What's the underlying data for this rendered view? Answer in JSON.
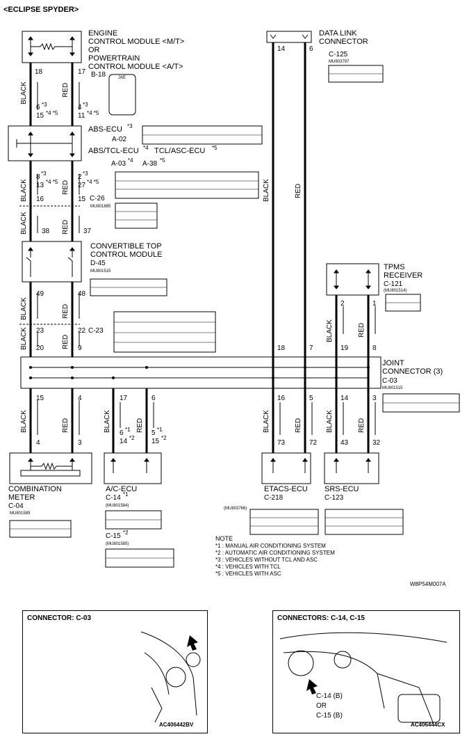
{
  "header": {
    "title": "<ECLIPSE SPYDER>"
  },
  "components": {
    "ecm": {
      "line1": "ENGINE",
      "line2": "CONTROL MODULE <M/T>",
      "line3": "OR",
      "line4": "POWERTRAIN",
      "line5": "CONTROL MODULE <A/T>",
      "connector": "B-18",
      "jae": "JAE"
    },
    "abs": {
      "line1": "ABS-ECU",
      "sup1": "*3",
      "conn1": "A-02",
      "line2": "ABS/TCL-ECU",
      "sup2": "*4",
      "line2b": "TCL/ASC-ECU",
      "sup3": "*5",
      "conn2a": "A-03",
      "sup4": "*4",
      "conn2b": "A-38",
      "sup5": "*5"
    },
    "c26": {
      "label": "C-26",
      "part": "MU801885"
    },
    "ctcm": {
      "line1": "CONVERTIBLE TOP",
      "line2": "CONTROL MODULE",
      "connector": "D-45",
      "part": "MU801515"
    },
    "c23": {
      "label": "C-23"
    },
    "dlc": {
      "line1": "DATA LINK",
      "line2": "CONNECTOR",
      "connector": "C-125",
      "part": "MU803797"
    },
    "tpms": {
      "line1": "TPMS",
      "line2": "RECEIVER",
      "connector": "C-121",
      "part": "(MU801514)"
    },
    "jc": {
      "line1": "JOINT",
      "line2": "CONNECTOR (3)",
      "connector": "C-03",
      "part": "MU801515"
    },
    "meter": {
      "line1": "COMBINATION",
      "line2": "METER",
      "connector": "C-04",
      "part": "MU801589"
    },
    "ac": {
      "name": "A/C-ECU",
      "conn1": "C-14",
      "sup1": "*1",
      "part1": "(MU801584)",
      "conn2": "C-15",
      "sup2": "*2",
      "part2": "(MU801585)"
    },
    "etacs": {
      "name": "ETACS-ECU",
      "connector": "C-218",
      "part": "(MU803766)"
    },
    "srs": {
      "name": "SRS-ECU",
      "connector": "C-123"
    }
  },
  "wires": {
    "black": "BLACK",
    "red": "RED",
    "pins": {
      "ecm_l": "18",
      "ecm_r": "17",
      "abs_l1": "6",
      "abs_l1s": "*3",
      "abs_l2": "15",
      "abs_l2s": "*4 *5",
      "abs_r1": "4",
      "abs_r1s": "*3",
      "abs_r2": "11",
      "abs_r2s": "*4 *5",
      "abs_bl1": "8",
      "abs_bl1s": "*3",
      "abs_bl2": "13",
      "abs_bl2s": "*4 *5",
      "abs_br1": "2",
      "abs_br1s": "*3",
      "abs_br2": "27",
      "abs_br2s": "*4 *5",
      "c26_l": "16",
      "c26_r": "15",
      "c26_bl": "38",
      "c26_br": "37",
      "ctcm_l": "49",
      "ctcm_r": "48",
      "c23_l": "23",
      "c23_r": "22",
      "c23_bl": "20",
      "c23_br": "9",
      "dlc_l": "14",
      "dlc_r": "6",
      "tpms_l": "2",
      "tpms_r": "1",
      "jc_top_18": "18",
      "jc_top_7": "7",
      "jc_top_19": "19",
      "jc_top_8": "8",
      "jc_b1": "15",
      "jc_b2": "4",
      "jc_b3": "17",
      "jc_b4": "6",
      "jc_b5": "16",
      "jc_b6": "5",
      "jc_b7": "14",
      "jc_b8": "3",
      "meter_l": "4",
      "meter_r": "3",
      "ac_l1": "6",
      "ac_l1s": "*1",
      "ac_l2": "14",
      "ac_l2s": "*2",
      "ac_r1": "5",
      "ac_r1s": "*1",
      "ac_r2": "15",
      "ac_r2s": "*2",
      "etacs_l": "73",
      "etacs_r": "72",
      "srs_l": "43",
      "srs_r": "32"
    }
  },
  "notes": {
    "title": "NOTE",
    "items": [
      "*1 : MANUAL AIR CONDITIONING SYSTEM",
      "*2 : AUTOMATIC AIR CONDITIONING SYSTEM",
      "*3 : VEHICLES WITHOUT TCL AND ASC",
      "*4 : VEHICLES WITH TCL",
      "*5 : VEHICLES WITH ASC"
    ],
    "code": "W8P54M007A"
  },
  "insets": {
    "left": {
      "title": "CONNECTOR: C-03",
      "code": "AC406442BV"
    },
    "right": {
      "title": "CONNECTORS: C-14, C-15",
      "c14": "C-14 (B)",
      "or": "OR",
      "c15": "C-15 (B)",
      "code": "AC406444CX"
    }
  }
}
